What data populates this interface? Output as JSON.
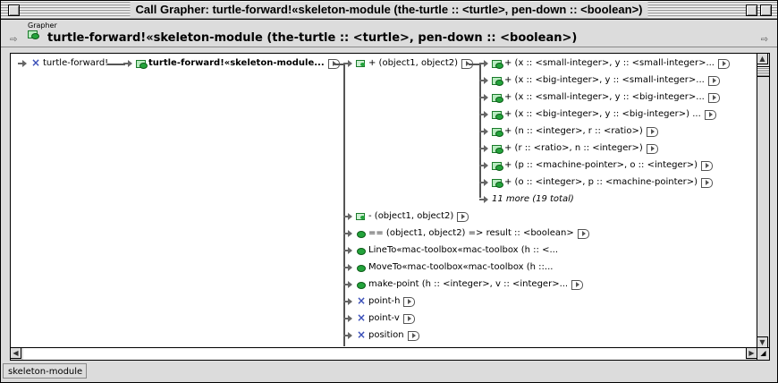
{
  "window": {
    "title": "Call Grapher: turtle-forward!«skeleton-module (the-turtle :: <turtle>, pen-down :: <boolean>)"
  },
  "header": {
    "small_label": "Grapher",
    "title": "turtle-forward!«skeleton-module (the-turtle :: <turtle>, pen-down :: <boolean>)",
    "back_glyph": "⇨",
    "forward_glyph": "⇨"
  },
  "graph": {
    "root": {
      "label": "turtle-forward!",
      "icon": "x-icon"
    },
    "module": {
      "label": "turtle-forward!«skeleton-module...",
      "icon": "module-icon"
    },
    "plus_node": {
      "label": "+ (object1, object2)",
      "icon": "generic-function-icon"
    },
    "plus_methods": [
      {
        "label": "+ (x :: <small-integer>, y :: <small-integer>..."
      },
      {
        "label": "+ (x :: <big-integer>, y :: <small-integer>..."
      },
      {
        "label": "+ (x :: <small-integer>, y :: <big-integer>..."
      },
      {
        "label": "+ (x :: <big-integer>, y :: <big-integer>) ..."
      },
      {
        "label": "+ (n :: <integer>, r :: <ratio>)"
      },
      {
        "label": "+ (r :: <ratio>, n :: <integer>)"
      },
      {
        "label": "+ (p :: <machine-pointer>, o :: <integer>)"
      },
      {
        "label": "+ (o :: <integer>, p :: <machine-pointer>)"
      }
    ],
    "more": "11 more (19 total)",
    "callees": [
      {
        "label": "- (object1, object2)",
        "icon": "generic-function-icon",
        "expand": true
      },
      {
        "label": "== (object1, object2) => result :: <boolean>",
        "icon": "method-icon",
        "expand": true
      },
      {
        "label": "LineTo«mac-toolbox«mac-toolbox (h :: <...",
        "icon": "method-icon",
        "expand": false
      },
      {
        "label": "MoveTo«mac-toolbox«mac-toolbox (h ::...",
        "icon": "method-icon",
        "expand": false
      },
      {
        "label": "make-point (h :: <integer>, v :: <integer>...",
        "icon": "method-icon",
        "expand": true
      },
      {
        "label": "point-h",
        "icon": "x-icon",
        "expand": true
      },
      {
        "label": "point-v",
        "icon": "x-icon",
        "expand": true
      },
      {
        "label": "position",
        "icon": "x-icon",
        "expand": true
      }
    ]
  },
  "scrollbar": {
    "up_glyph": "▲",
    "down_glyph": "▼",
    "left_glyph": "◀",
    "right_glyph": "▶"
  },
  "status": {
    "module": "skeleton-module"
  }
}
